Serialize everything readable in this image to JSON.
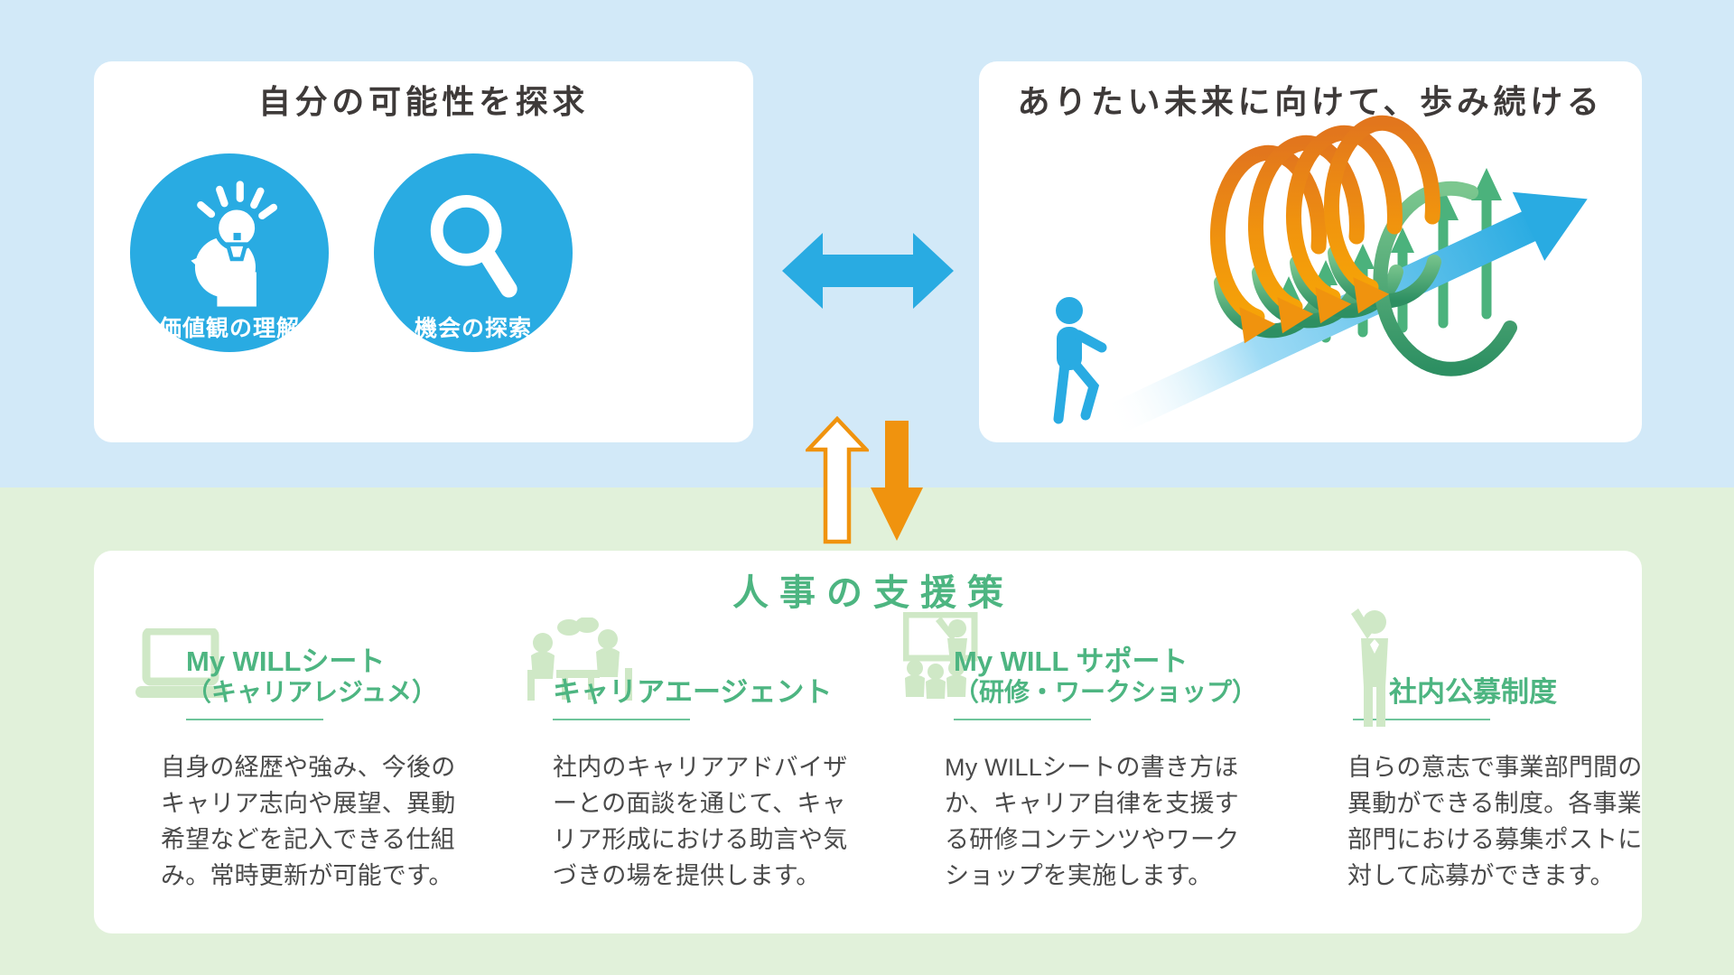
{
  "colors": {
    "bg_top": "#d2e9f8",
    "bg_bottom": "#e1f1da",
    "accent_blue": "#29abe2",
    "accent_orange": "#f0930e",
    "accent_green": "#4db581",
    "pale_green_icon": "#cfe8c6",
    "title_text": "#3e3a39",
    "body_text": "#4a4a4a"
  },
  "explore_card": {
    "title": "自分の可能性を探求",
    "circles": [
      {
        "label": "価値観の理解",
        "icon": "idea-head-icon"
      },
      {
        "label": "機会の探索",
        "icon": "magnifier-icon"
      }
    ]
  },
  "future_card": {
    "title": "ありたい未来に向けて、歩み続ける",
    "illustration": "person-walking-up-arrow-with-orange-spiral-and-green-arrows"
  },
  "connectors": {
    "horizontal": "bidirectional-arrow-icon",
    "up": "hollow-up-arrow-icon",
    "down": "solid-down-arrow-icon"
  },
  "hr_card": {
    "title": "人事の支援策",
    "columns": [
      {
        "icon": "laptop-icon",
        "heading_line1": "My WILLシート",
        "heading_line2": "（キャリアレジュメ）",
        "body": "自身の経歴や強み、今後のキャリア志向や展望、異動希望などを記入できる仕組み。常時更新が可能です。"
      },
      {
        "icon": "meeting-icon",
        "heading_line1": "キャリアエージェント",
        "heading_line2": "",
        "body": "社内のキャリアアドバイザーとの面談を通じて、キャリア形成における助言や気づきの場を提供します。"
      },
      {
        "icon": "workshop-icon",
        "heading_line1": "My WILL サポート",
        "heading_line2": "（研修・ワークショップ）",
        "body": "My WILLシートの書き方ほか、キャリア自律を支援する研修コンテンツやワークショップを実施します。"
      },
      {
        "icon": "raise-hand-icon",
        "heading_line1": "社内公募制度",
        "heading_line2": "",
        "body": "自らの意志で事業部門間の異動ができる制度。各事業部門における募集ポストに対して応募ができます。"
      }
    ]
  }
}
